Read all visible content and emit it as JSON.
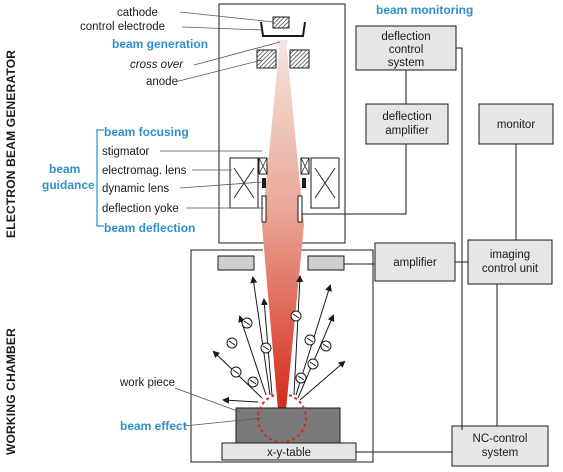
{
  "side_labels": {
    "generator": "ELECTRON BEAM GENERATOR",
    "chamber": "WORKING CHAMBER"
  },
  "left_labels": {
    "cathode": "cathode",
    "control_electrode": "control electrode",
    "beam_generation": "beam generation",
    "cross_over": "cross over",
    "anode": "anode",
    "beam_focusing": "beam focusing",
    "stigmator": "stigmator",
    "electromag_lens": "electromag. lens",
    "dynamic_lens": "dynamic lens",
    "deflection_yoke": "deflection yoke",
    "beam_deflection": "beam deflection",
    "beam_guidance_1": "beam",
    "beam_guidance_2": "guidance",
    "work_piece": "work piece",
    "beam_effect": "beam effect"
  },
  "right": {
    "beam_monitoring": "beam monitoring",
    "deflection_control_1": "deflection",
    "deflection_control_2": "control",
    "deflection_control_3": "system",
    "deflection_amplifier_1": "deflection",
    "deflection_amplifier_2": "amplifier",
    "monitor": "monitor",
    "amplifier": "amplifier",
    "imaging_1": "imaging",
    "imaging_2": "control unit",
    "nc_1": "NC-control",
    "nc_2": "system",
    "table": "x-y-table"
  },
  "colors": {
    "accent_blue": "#2f8fc8",
    "beam_top": "#f2d6cf",
    "beam_bottom": "#d42a1a",
    "box_fill": "#e6e6e6"
  }
}
